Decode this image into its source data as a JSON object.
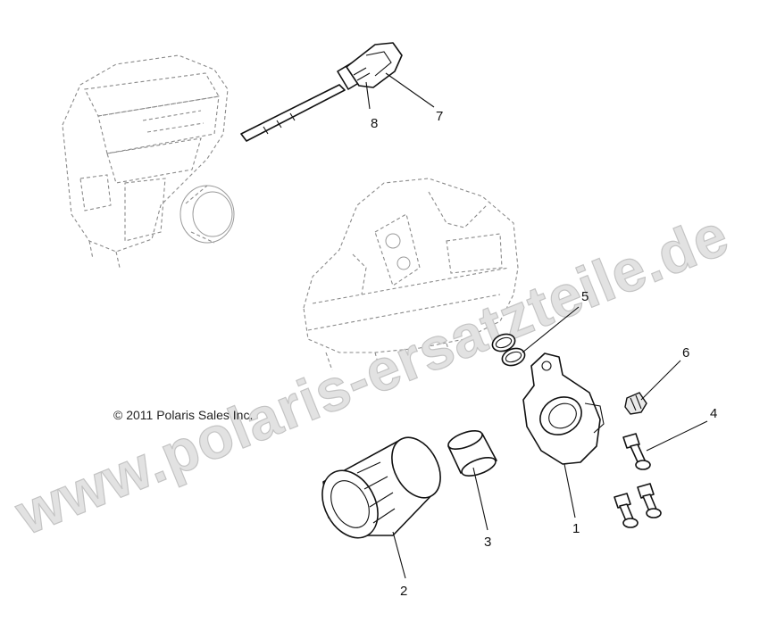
{
  "copyright": "© 2011 Polaris Sales Inc.",
  "watermark": "www.polaris-ersatzteile.de",
  "callouts": [
    {
      "label": "1",
      "part": "oil-filter-adapter-housing"
    },
    {
      "label": "2",
      "part": "oil-filter"
    },
    {
      "label": "3",
      "part": "filter-nipple"
    },
    {
      "label": "4",
      "part": "mounting-bolts"
    },
    {
      "label": "5",
      "part": "o-rings"
    },
    {
      "label": "6",
      "part": "plug-fitting"
    },
    {
      "label": "7",
      "part": "dipstick-cap"
    },
    {
      "label": "8",
      "part": "dipstick"
    }
  ],
  "colors": {
    "linework": "#111111",
    "ghost": "#8a8a8a",
    "watermark": "#e2e2e2"
  }
}
